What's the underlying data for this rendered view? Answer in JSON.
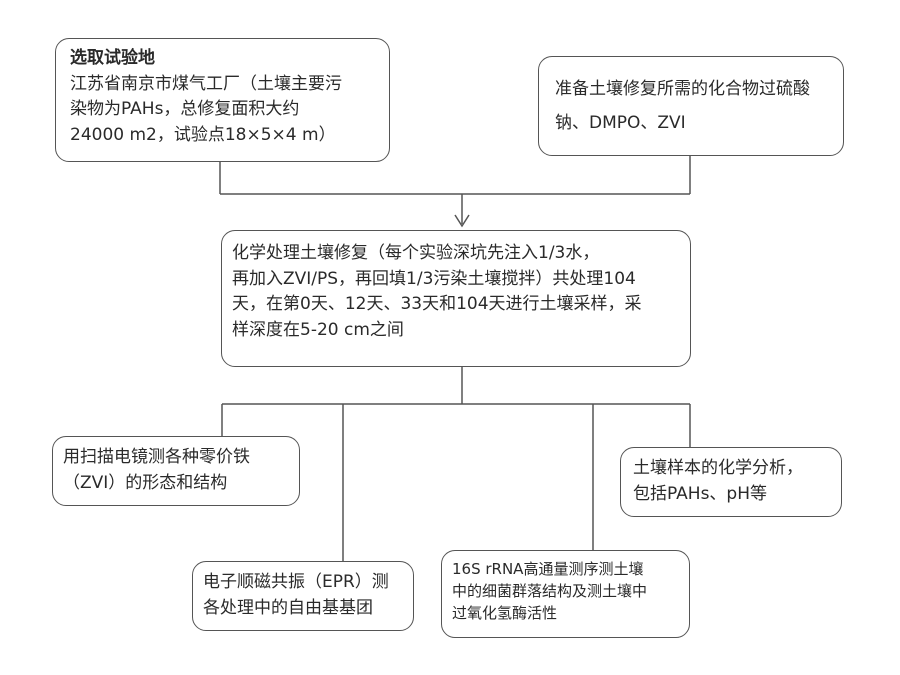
{
  "boxes": {
    "site": {
      "title": "选取试验地",
      "lines": [
        "江苏省南京市煤气工厂（土壤主要污",
        "染物为PAHs，总修复面积大约",
        "24000 m2，试验点18×5×4 m）"
      ]
    },
    "compounds": {
      "lines": [
        "准备土壤修复所需的化合物过硫酸",
        "钠、DMPO、ZVI"
      ]
    },
    "treatment": {
      "lines": [
        "化学处理土壤修复（每个实验深坑先注入1/3水，",
        "再加入ZVI/PS，再回填1/3污染土壤搅拌）共处理104",
        "天，在第0天、12天、33天和104天进行土壤采样，采",
        "样深度在5-20 cm之间"
      ]
    },
    "sem": {
      "lines": [
        "用扫描电镜测各种零价铁",
        "（ZVI）的形态和结构"
      ]
    },
    "chem": {
      "lines": [
        "土壤样本的化学分析，",
        "包括PAHs、pH等"
      ]
    },
    "epr": {
      "lines": [
        "电子顺磁共振（EPR）测",
        "各处理中的自由基基团"
      ]
    },
    "rrna": {
      "lines": [
        "16S rRNA高通量测序测土壤",
        "中的细菌群落结构及测土壤中",
        "过氧化氢酶活性"
      ]
    }
  }
}
